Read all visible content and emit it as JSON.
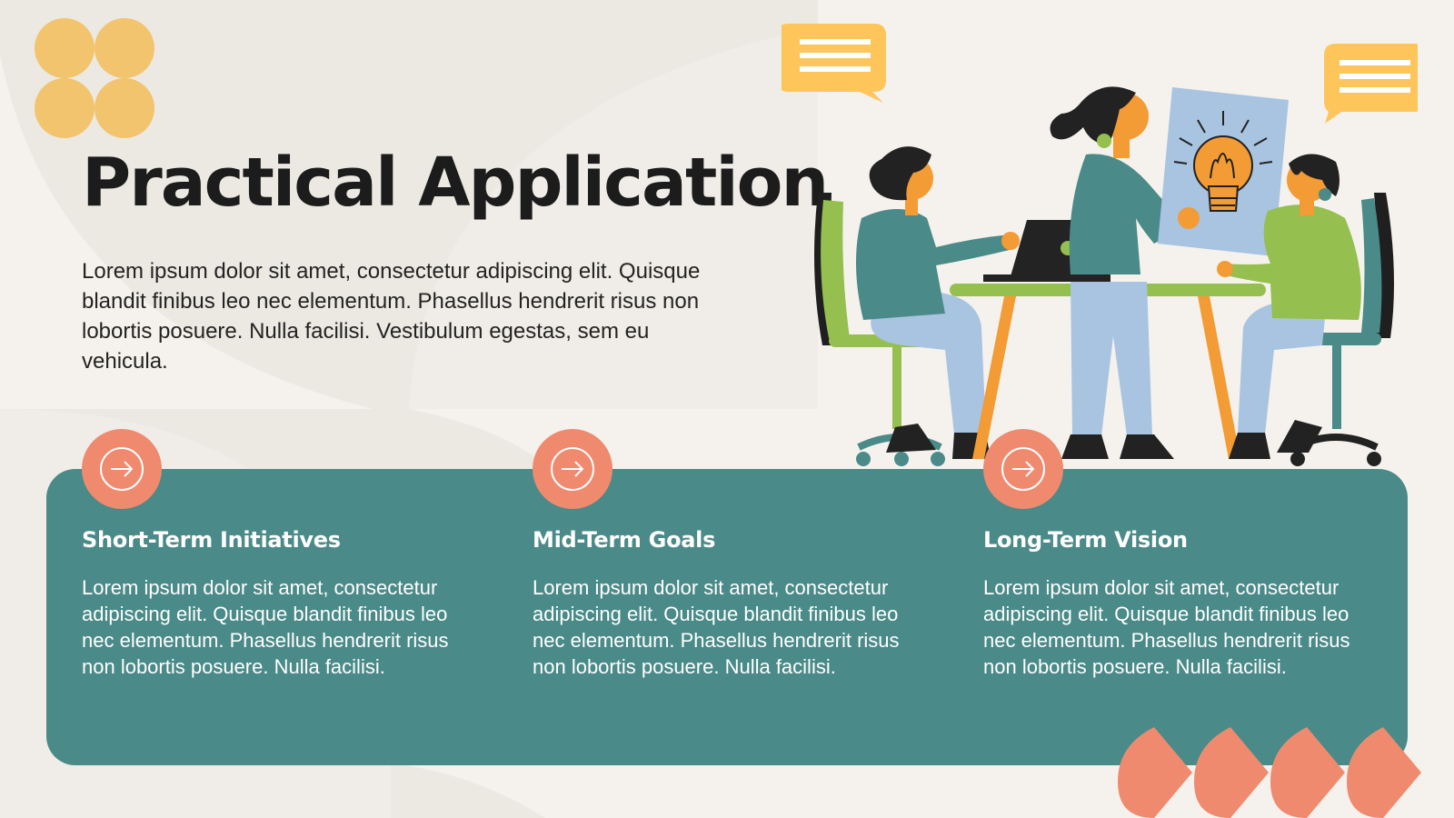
{
  "slide": {
    "title": "Practical Application",
    "intro": "Lorem ipsum dolor sit amet, consectetur adipiscing elit. Quisque blandit finibus leo nec elementum. Phasellus hendrerit risus non lobortis posuere. Nulla facilisi. Vestibulum egestas, sem eu vehicula."
  },
  "columns": [
    {
      "heading": "Short-Term Initiatives",
      "text": "Lorem ipsum dolor sit amet, consectetur adipiscing elit. Quisque blandit finibus leo nec elementum. Phasellus hendrerit risus non lobortis posuere. Nulla facilisi.",
      "icon": "arrow-right-circle-icon"
    },
    {
      "heading": "Mid-Term Goals",
      "text": "Lorem ipsum dolor sit amet, consectetur adipiscing elit. Quisque blandit finibus leo nec elementum. Phasellus hendrerit risus non lobortis posuere. Nulla facilisi.",
      "icon": "arrow-right-circle-icon"
    },
    {
      "heading": "Long-Term Vision",
      "text": "Lorem ipsum dolor sit amet, consectetur adipiscing elit. Quisque blandit finibus leo nec elementum. Phasellus hendrerit risus non lobortis posuere. Nulla facilisi.",
      "icon": "arrow-right-circle-icon"
    }
  ],
  "colors": {
    "background": "#f5f2ed",
    "panel_teal": "#4a8a88",
    "accent_coral": "#ef8a6e",
    "accent_yellow": "#f2c46d",
    "speech_yellow": "#fdc55a"
  },
  "decorations": {
    "top_left": "four-circle-flower",
    "illustration": "team-meeting-lightbulb-illustration",
    "bottom_right": "coral-chevron-shapes"
  }
}
